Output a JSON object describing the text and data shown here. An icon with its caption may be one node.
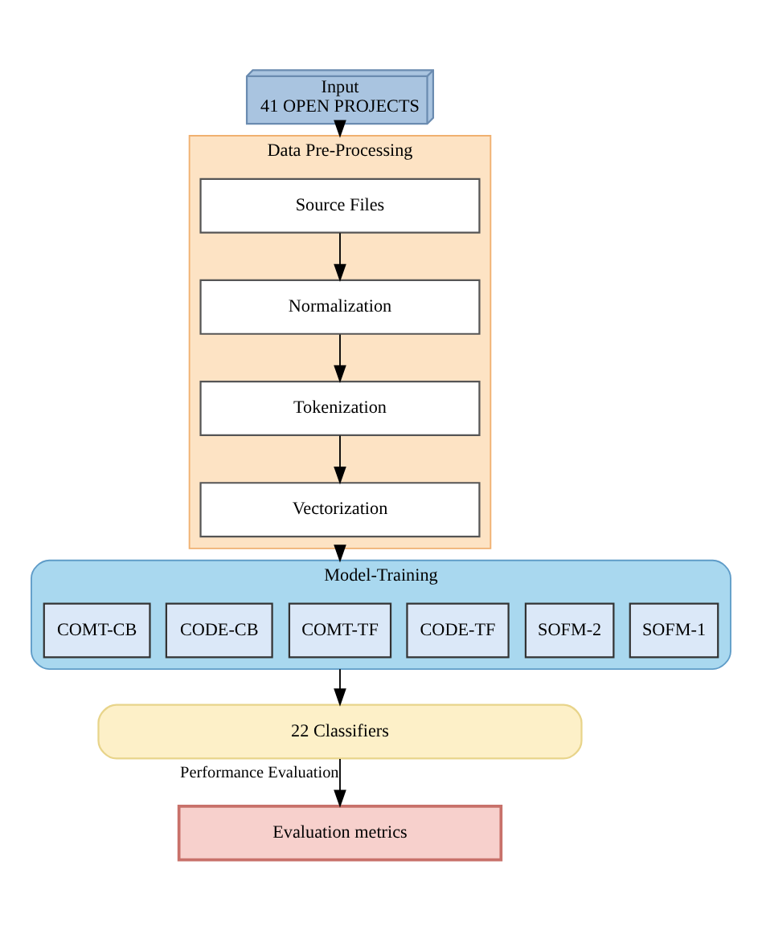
{
  "diagram": {
    "nodes": [
      {
        "text": [
          "Input",
          "41 OPEN PROJECTS"
        ]
      },
      {
        "text": [
          "Data Pre-Processing"
        ]
      },
      {
        "text": [
          "Source Files"
        ],
        "in": 1
      },
      {
        "text": [
          "Normalization"
        ],
        "in": 1
      },
      {
        "text": [
          "Tokenization"
        ],
        "in": 1
      },
      {
        "text": [
          "Vectorization"
        ],
        "in": 1
      },
      {
        "text": [
          "Model-Training"
        ]
      },
      {
        "text": [
          "SOFM-1"
        ],
        "in": 6
      },
      {
        "text": [
          "SOFM-2"
        ],
        "in": 6
      },
      {
        "text": [
          "CODE-TF"
        ],
        "in": 6
      },
      {
        "text": [
          "COMT-TF"
        ],
        "in": 6
      },
      {
        "text": [
          "CODE-CB"
        ],
        "in": 6
      },
      {
        "text": [
          "COMT-CB"
        ],
        "in": 6
      },
      {
        "text": [
          "22 Classifiers"
        ]
      },
      {
        "text": [
          "Evaluation metrics"
        ]
      }
    ],
    "edges": [
      {
        "from": 0,
        "to": 1,
        "arrow": "to"
      },
      {
        "from": 2,
        "to": 3,
        "arrow": "to"
      },
      {
        "from": 3,
        "to": 4,
        "arrow": "to"
      },
      {
        "from": 4,
        "to": 5,
        "arrow": "to"
      },
      {
        "from": 1,
        "to": 6,
        "arrow": "to"
      },
      {
        "from": 6,
        "to": 13,
        "arrow": "to"
      },
      {
        "from": 13,
        "to": 14,
        "arrow": "to",
        "label": "Performance Evaluation"
      }
    ]
  }
}
